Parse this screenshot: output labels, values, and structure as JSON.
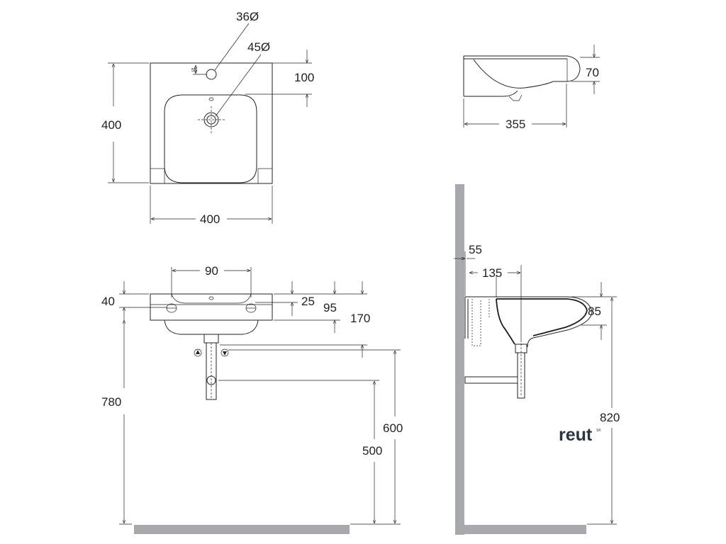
{
  "dimensions": {
    "top_view": {
      "tap_hole": "36Ø",
      "drain_hole": "45Ø",
      "tap_offset": "55",
      "bowl_offset": "100",
      "depth": "400",
      "width": "400"
    },
    "side_top": {
      "height": "70",
      "depth": "355"
    },
    "front_view": {
      "fixing_spacing": "90",
      "rim": "40",
      "fixing_height": "25",
      "bowl_height": "95",
      "total_height": "170",
      "floor_to_rim": "780",
      "floor_to_waste": "600",
      "floor_to_trap": "500"
    },
    "side_view": {
      "wall_offset": "55",
      "waste_offset": "135",
      "basin_height": "85",
      "floor_to_top": "820"
    }
  },
  "brand": {
    "name": "reut",
    "suffix": "SK"
  }
}
